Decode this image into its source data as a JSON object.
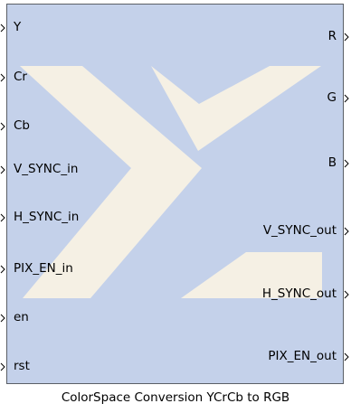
{
  "block": {
    "caption": "ColorSpace Conversion YCrCb to RGB",
    "logo": "xilinx-x-logo",
    "colors": {
      "background": "#c4d1ea",
      "logo": "#f5f0e4",
      "border": "#5a5f66"
    }
  },
  "inputs": [
    {
      "label": "Y"
    },
    {
      "label": "Cr"
    },
    {
      "label": "Cb"
    },
    {
      "label": "V_SYNC_in"
    },
    {
      "label": "H_SYNC_in"
    },
    {
      "label": "PIX_EN_in"
    },
    {
      "label": "en"
    },
    {
      "label": "rst"
    }
  ],
  "outputs": [
    {
      "label": "R"
    },
    {
      "label": "G"
    },
    {
      "label": "B"
    },
    {
      "label": "V_SYNC_out"
    },
    {
      "label": "H_SYNC_out"
    },
    {
      "label": "PIX_EN_out"
    }
  ]
}
